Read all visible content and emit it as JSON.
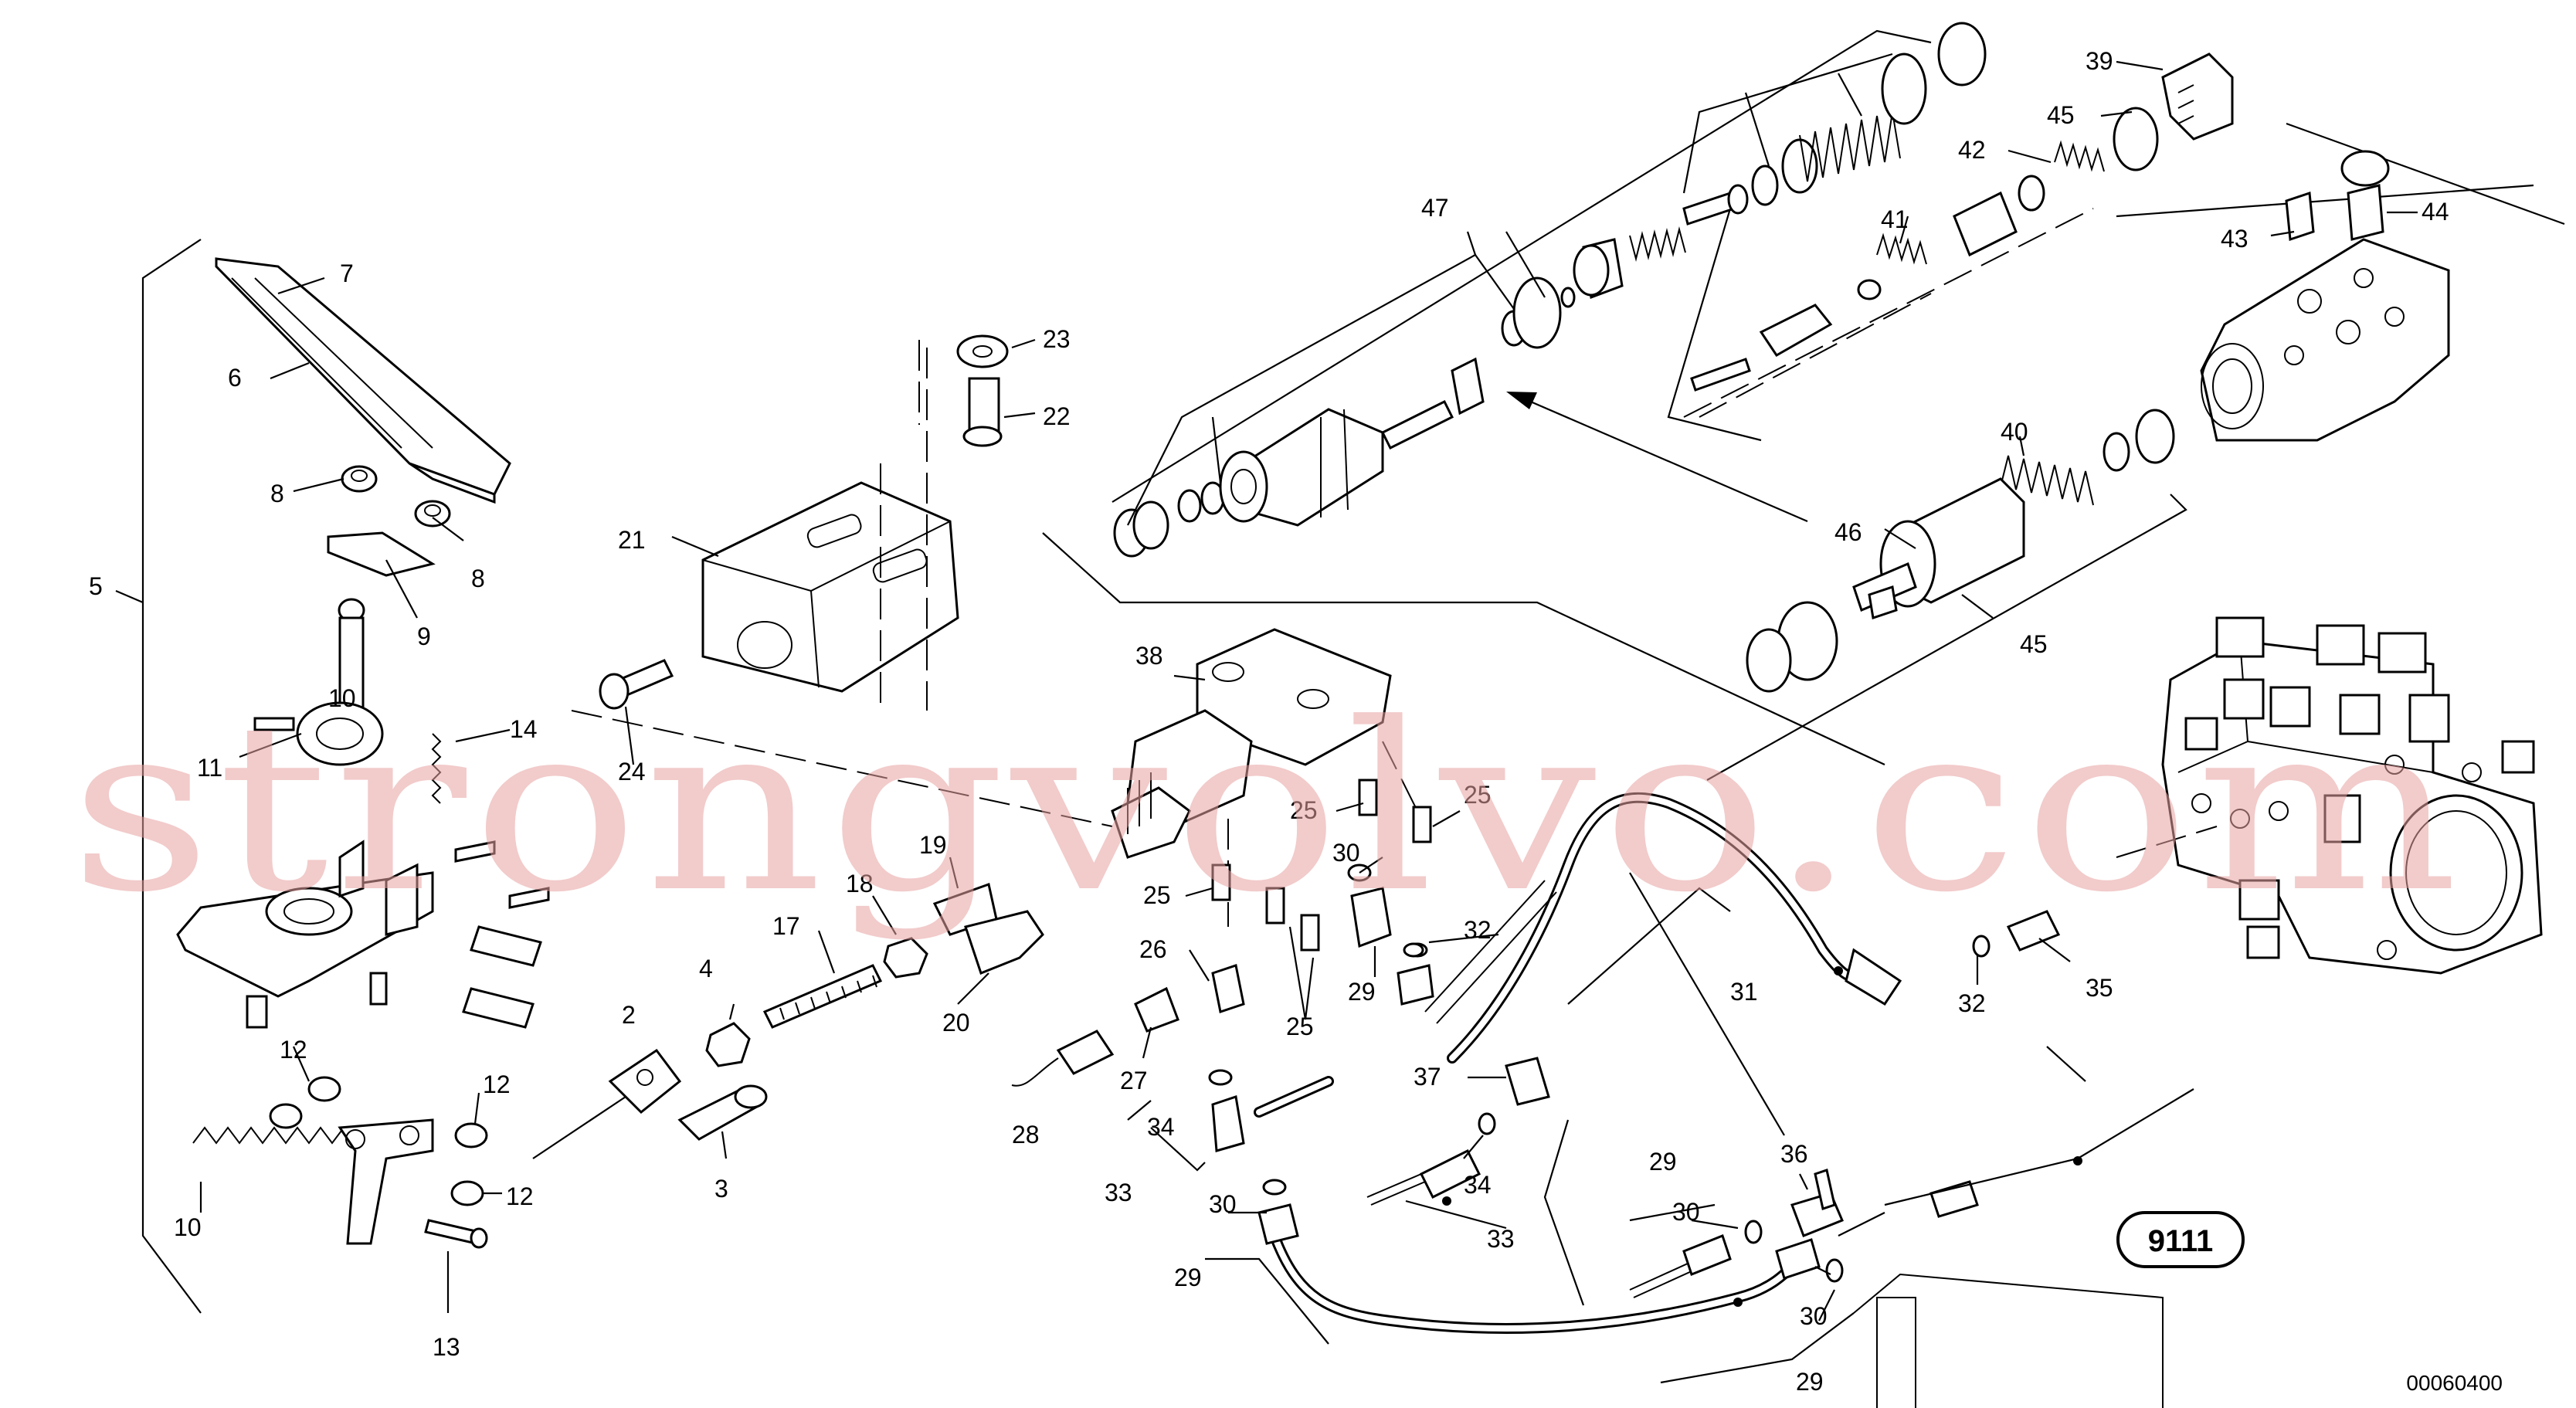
{
  "callouts": [
    {
      "id": "c7",
      "text": "7"
    },
    {
      "id": "c6",
      "text": "6"
    },
    {
      "id": "c8a",
      "text": "8"
    },
    {
      "id": "c8b",
      "text": "8"
    },
    {
      "id": "c9a",
      "text": "9"
    },
    {
      "id": "c5",
      "text": "5"
    },
    {
      "id": "c10a",
      "text": "10"
    },
    {
      "id": "c11",
      "text": "11"
    },
    {
      "id": "c14",
      "text": "14"
    },
    {
      "id": "c12a",
      "text": "12"
    },
    {
      "id": "c12b",
      "text": "12"
    },
    {
      "id": "c12c",
      "text": "12"
    },
    {
      "id": "c10b",
      "text": "10"
    },
    {
      "id": "c13",
      "text": "13"
    },
    {
      "id": "c2",
      "text": "2"
    },
    {
      "id": "c4",
      "text": "4"
    },
    {
      "id": "c3",
      "text": "3"
    },
    {
      "id": "c17",
      "text": "17"
    },
    {
      "id": "c18",
      "text": "18"
    },
    {
      "id": "c19",
      "text": "19"
    },
    {
      "id": "c20",
      "text": "20"
    },
    {
      "id": "c21",
      "text": "21"
    },
    {
      "id": "c24",
      "text": "24"
    },
    {
      "id": "c23",
      "text": "23"
    },
    {
      "id": "c22",
      "text": "22"
    },
    {
      "id": "c47",
      "text": "47"
    },
    {
      "id": "c38",
      "text": "38"
    },
    {
      "id": "c25a",
      "text": "25"
    },
    {
      "id": "c25b",
      "text": "25"
    },
    {
      "id": "c25c",
      "text": "25"
    },
    {
      "id": "c25d",
      "text": "25"
    },
    {
      "id": "c30a",
      "text": "30"
    },
    {
      "id": "c26",
      "text": "26"
    },
    {
      "id": "c27",
      "text": "27"
    },
    {
      "id": "c28",
      "text": "28"
    },
    {
      "id": "c29a",
      "text": "29"
    },
    {
      "id": "c32a",
      "text": "32"
    },
    {
      "id": "c32b",
      "text": "32"
    },
    {
      "id": "c31",
      "text": "31"
    },
    {
      "id": "c35",
      "text": "35"
    },
    {
      "id": "c37",
      "text": "37"
    },
    {
      "id": "c34a",
      "text": "34"
    },
    {
      "id": "c33a",
      "text": "33"
    },
    {
      "id": "c34b",
      "text": "34"
    },
    {
      "id": "c33b",
      "text": "33"
    },
    {
      "id": "c30b",
      "text": "30"
    },
    {
      "id": "c29b",
      "text": "29"
    },
    {
      "id": "c29c",
      "text": "29"
    },
    {
      "id": "c30c",
      "text": "30"
    },
    {
      "id": "c36",
      "text": "36"
    },
    {
      "id": "c30d",
      "text": "30"
    },
    {
      "id": "c29d",
      "text": "29"
    },
    {
      "id": "c39",
      "text": "39"
    },
    {
      "id": "c45a",
      "text": "45"
    },
    {
      "id": "c42",
      "text": "42"
    },
    {
      "id": "c41",
      "text": "41"
    },
    {
      "id": "c43",
      "text": "43"
    },
    {
      "id": "c44",
      "text": "44"
    },
    {
      "id": "c40",
      "text": "40"
    },
    {
      "id": "c46",
      "text": "46"
    },
    {
      "id": "c45b",
      "text": "45"
    }
  ],
  "reference_code": "9111",
  "drawing_number": "00060400",
  "watermark": "strongvolvo.com",
  "colors": {
    "line": "#000000",
    "background": "#ffffff",
    "watermark": "#e8a0a0"
  }
}
